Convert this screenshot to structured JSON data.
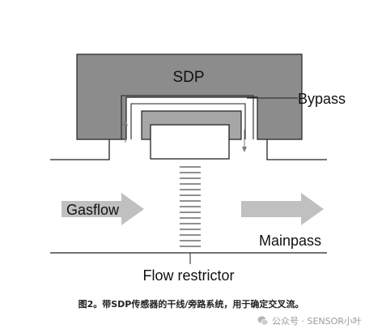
{
  "diagram": {
    "sensor_label": "SDP",
    "bypass_label": "Bypass",
    "gasflow_label": "Gasflow",
    "mainpass_label": "Mainpass",
    "restrictor_label": "Flow restrictor"
  },
  "caption": "图2。带SDP传感器的干线/旁路系统，用于确定交叉流。",
  "watermark": {
    "text": "公众号 · SENSOR小叶",
    "icon": "wechat-icon"
  },
  "colors": {
    "sensor_body": "#8c8c8c",
    "sensor_inner": "#a6a6a6",
    "arrow_fill": "#c0c0c0",
    "line": "#222222"
  }
}
